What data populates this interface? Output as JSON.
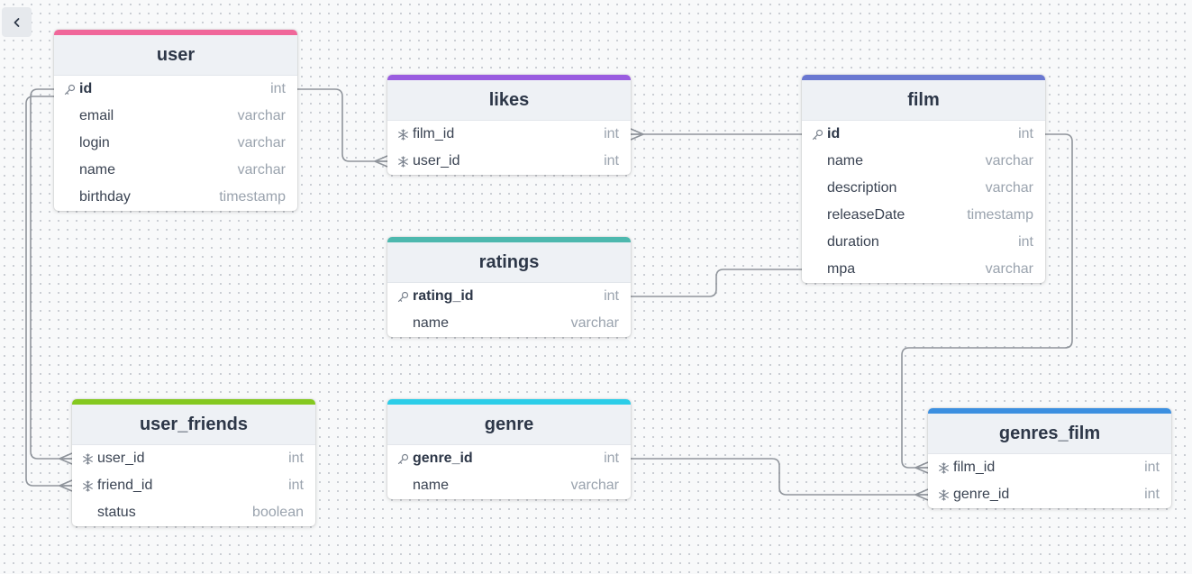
{
  "colors": {
    "user": "#f0679a",
    "likes": "#9a5de0",
    "film": "#6a78d1",
    "ratings": "#4db8ae",
    "user_friends": "#84c81f",
    "genre": "#2bcde8",
    "genres_film": "#3b8fe0",
    "edge": "#8f949b"
  },
  "tables": [
    {
      "key": "user",
      "title": "user",
      "fields": [
        {
          "name": "id",
          "type": "int",
          "icon": "key-icon"
        },
        {
          "name": "email",
          "type": "varchar",
          "icon": ""
        },
        {
          "name": "login",
          "type": "varchar",
          "icon": ""
        },
        {
          "name": "name",
          "type": "varchar",
          "icon": ""
        },
        {
          "name": "birthday",
          "type": "timestamp",
          "icon": ""
        }
      ]
    },
    {
      "key": "likes",
      "title": "likes",
      "fields": [
        {
          "name": "film_id",
          "type": "int",
          "icon": "snowflake-icon"
        },
        {
          "name": "user_id",
          "type": "int",
          "icon": "snowflake-icon"
        }
      ]
    },
    {
      "key": "film",
      "title": "film",
      "fields": [
        {
          "name": "id",
          "type": "int",
          "icon": "key-icon"
        },
        {
          "name": "name",
          "type": "varchar",
          "icon": ""
        },
        {
          "name": "description",
          "type": "varchar",
          "icon": ""
        },
        {
          "name": "releaseDate",
          "type": "timestamp",
          "icon": ""
        },
        {
          "name": "duration",
          "type": "int",
          "icon": ""
        },
        {
          "name": "mpa",
          "type": "varchar",
          "icon": ""
        }
      ]
    },
    {
      "key": "ratings",
      "title": "ratings",
      "fields": [
        {
          "name": "rating_id",
          "type": "int",
          "icon": "key-icon"
        },
        {
          "name": "name",
          "type": "varchar",
          "icon": ""
        }
      ]
    },
    {
      "key": "user_friends",
      "title": "user_friends",
      "fields": [
        {
          "name": "user_id",
          "type": "int",
          "icon": "snowflake-icon"
        },
        {
          "name": "friend_id",
          "type": "int",
          "icon": "snowflake-icon"
        },
        {
          "name": "status",
          "type": "boolean",
          "icon": ""
        }
      ]
    },
    {
      "key": "genre",
      "title": "genre",
      "fields": [
        {
          "name": "genre_id",
          "type": "int",
          "icon": "key-icon"
        },
        {
          "name": "name",
          "type": "varchar",
          "icon": ""
        }
      ]
    },
    {
      "key": "genres_film",
      "title": "genres_film",
      "fields": [
        {
          "name": "film_id",
          "type": "int",
          "icon": "snowflake-icon"
        },
        {
          "name": "genre_id",
          "type": "int",
          "icon": "snowflake-icon"
        }
      ]
    }
  ],
  "relations": [
    {
      "from": "user.id",
      "to": "likes.user_id"
    },
    {
      "from": "user.id",
      "to": "user_friends.user_id"
    },
    {
      "from": "user.id",
      "to": "user_friends.friend_id"
    },
    {
      "from": "film.id",
      "to": "likes.film_id"
    },
    {
      "from": "film.id",
      "to": "genres_film.film_id"
    },
    {
      "from": "ratings.rating_id",
      "to": "film.mpa"
    },
    {
      "from": "genre.genre_id",
      "to": "genres_film.genre_id"
    }
  ]
}
